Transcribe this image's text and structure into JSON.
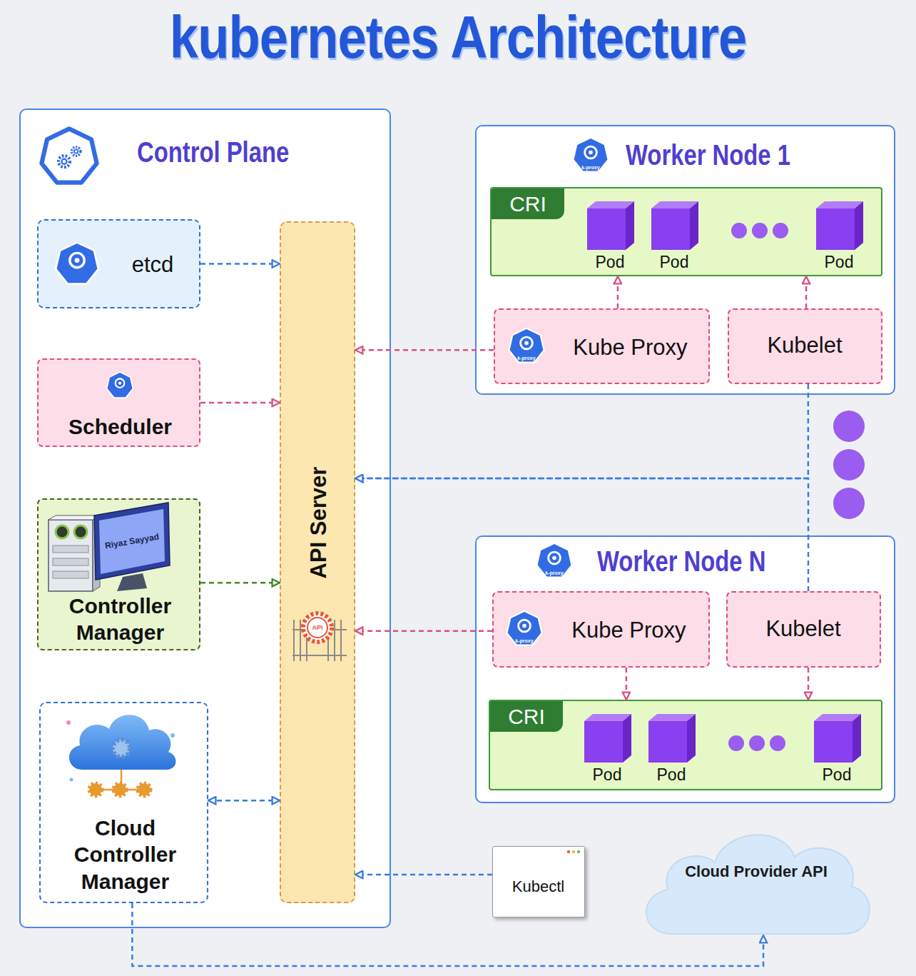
{
  "diagram": {
    "title": "kubernetes Architecture",
    "nodes": [
      {
        "text": [
          "Control Plane"
        ]
      },
      {
        "text": [
          "etcd"
        ],
        "in": 0
      },
      {
        "text": [
          "Scheduler"
        ],
        "in": 0
      },
      {
        "text": [
          "Controller Manager"
        ],
        "in": 0
      },
      {
        "text": [
          "Cloud Controller Manager"
        ],
        "in": 0
      },
      {
        "text": [
          "API Server"
        ],
        "in": 0
      },
      {
        "text": [
          "Worker Node 1"
        ]
      },
      {
        "text": [
          "CRI"
        ],
        "in": 6
      },
      {
        "text": [
          "Pod"
        ],
        "in": 7
      },
      {
        "text": [
          "Pod"
        ],
        "in": 7
      },
      {
        "text": [
          "Pod"
        ],
        "in": 7
      },
      {
        "text": [
          "Kube Proxy"
        ],
        "in": 6
      },
      {
        "text": [
          "Kubelet"
        ],
        "in": 6
      },
      {
        "text": [
          "Worker Node N"
        ]
      },
      {
        "text": [
          "Kube Proxy"
        ],
        "in": 13
      },
      {
        "text": [
          "Kubelet"
        ],
        "in": 13
      },
      {
        "text": [
          "CRI"
        ],
        "in": 13
      },
      {
        "text": [
          "Pod"
        ],
        "in": 16
      },
      {
        "text": [
          "Pod"
        ],
        "in": 16
      },
      {
        "text": [
          "Pod"
        ],
        "in": 16
      },
      {
        "text": [
          "Kubectl"
        ]
      },
      {
        "text": [
          "Cloud Provider API"
        ]
      }
    ],
    "edges": [
      {
        "from": 1,
        "to": 5,
        "arrow": "to"
      },
      {
        "from": 2,
        "to": 5,
        "arrow": "to"
      },
      {
        "from": 3,
        "to": 5,
        "arrow": "to"
      },
      {
        "from": 4,
        "to": 5,
        "arrow": "both"
      },
      {
        "from": 11,
        "to": 5,
        "arrow": "to"
      },
      {
        "from": 11,
        "to": 7,
        "arrow": "to"
      },
      {
        "from": 12,
        "to": 7,
        "arrow": "to"
      },
      {
        "from": 12,
        "to": 5,
        "arrow": "to"
      },
      {
        "from": 15,
        "to": 5,
        "arrow": "to"
      },
      {
        "from": 14,
        "to": 5,
        "arrow": "to"
      },
      {
        "from": 14,
        "to": 16,
        "arrow": "to"
      },
      {
        "from": 15,
        "to": 16,
        "arrow": "to"
      },
      {
        "from": 20,
        "to": 5,
        "arrow": "to"
      },
      {
        "from": 4,
        "to": 21,
        "arrow": "to"
      }
    ],
    "labels": [
      "k-proxy",
      "k-proxy",
      "Riyaz Sayyad",
      "k-proxy",
      "API",
      "k-proxy"
    ]
  }
}
